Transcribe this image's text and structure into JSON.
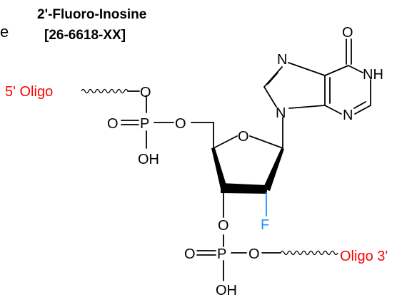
{
  "title": {
    "line1": "2'-Fluoro-Inosine",
    "line2": "[26-6618-XX]",
    "edge_glyph": "e"
  },
  "labels": {
    "o_carbonyl": "O",
    "nh": "NH",
    "n7": "N",
    "n9": "N",
    "n3": "N",
    "o_ring": "O",
    "fluorine": "F",
    "five_oligo": "5' Oligo",
    "three_oligo": "Oligo 3'",
    "p1_o_top": "O",
    "p1_o_double": "O",
    "p1_p": "P",
    "p1_o_right": "O",
    "p1_oh": "OH",
    "p2_o_top": "O",
    "p2_o_double": "O",
    "p2_p": "P",
    "p2_o_right": "O",
    "p2_oh": "OH"
  },
  "colors": {
    "oligo": "#ff0000",
    "fluorine": "#1e90ff",
    "structure": "#000000"
  }
}
